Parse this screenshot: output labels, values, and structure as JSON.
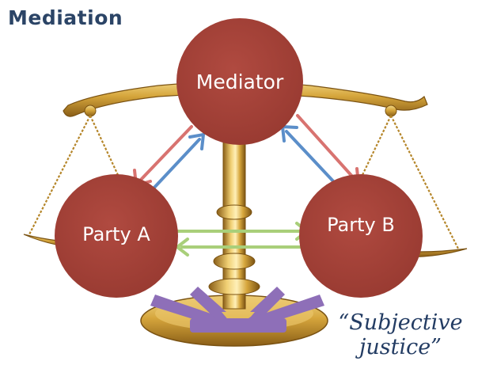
{
  "title": "Mediation",
  "nodes": {
    "mediator": "Mediator",
    "party_a": "Party A",
    "party_b": "Party B"
  },
  "note": {
    "line1": "“Subjective",
    "line2": "justice”"
  },
  "colors": {
    "node_fill": "#a8433a",
    "arrow_red": "#d87370",
    "arrow_blue": "#5b8ec9",
    "arrow_green": "#a9cf7a",
    "arrow_purple": "#8e6fb8",
    "title_text": "#2b4466",
    "brass": "#d6a63c"
  }
}
